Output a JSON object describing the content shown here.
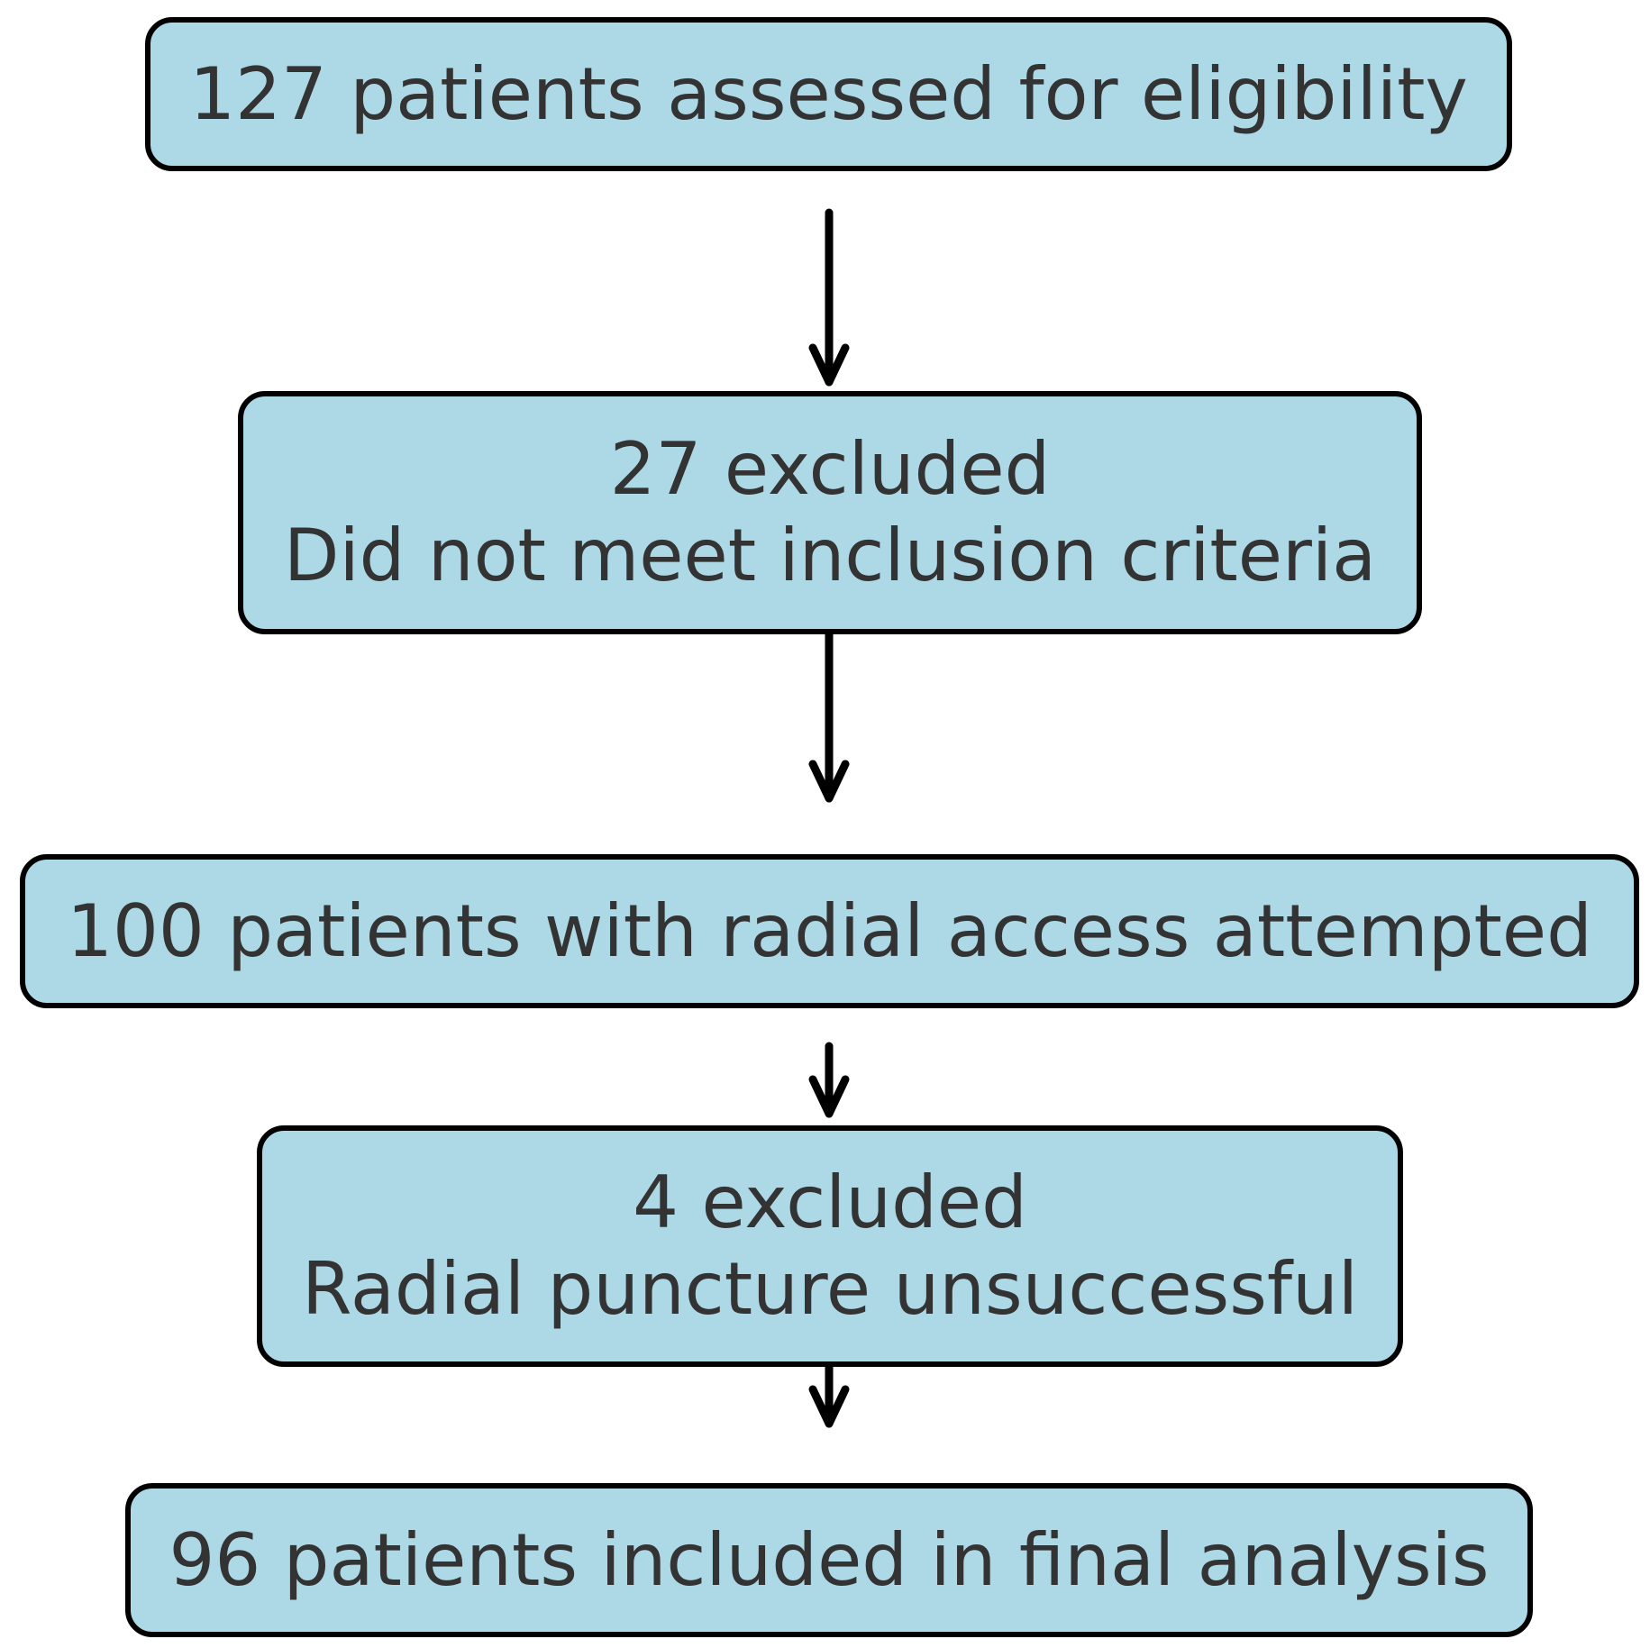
{
  "flowchart": {
    "nodes": [
      {
        "id": "assessed",
        "lines": [
          "127 patients assessed for eligibility"
        ]
      },
      {
        "id": "excluded_criteria",
        "lines": [
          "27 excluded",
          "Did not meet inclusion criteria"
        ]
      },
      {
        "id": "radial_attempted",
        "lines": [
          "100 patients with radial access attempted"
        ]
      },
      {
        "id": "excluded_puncture",
        "lines": [
          "4 excluded",
          "Radial puncture unsuccessful"
        ]
      },
      {
        "id": "final_analysis",
        "lines": [
          "96 patients included in final analysis"
        ]
      }
    ],
    "edges": [
      {
        "from": "assessed",
        "to": "excluded_criteria"
      },
      {
        "from": "excluded_criteria",
        "to": "radial_attempted"
      },
      {
        "from": "radial_attempted",
        "to": "excluded_puncture"
      },
      {
        "from": "excluded_puncture",
        "to": "final_analysis"
      }
    ],
    "colors": {
      "box_fill": "#add8e6",
      "box_border": "#000000",
      "text": "#333333",
      "arrow": "#000000"
    }
  }
}
